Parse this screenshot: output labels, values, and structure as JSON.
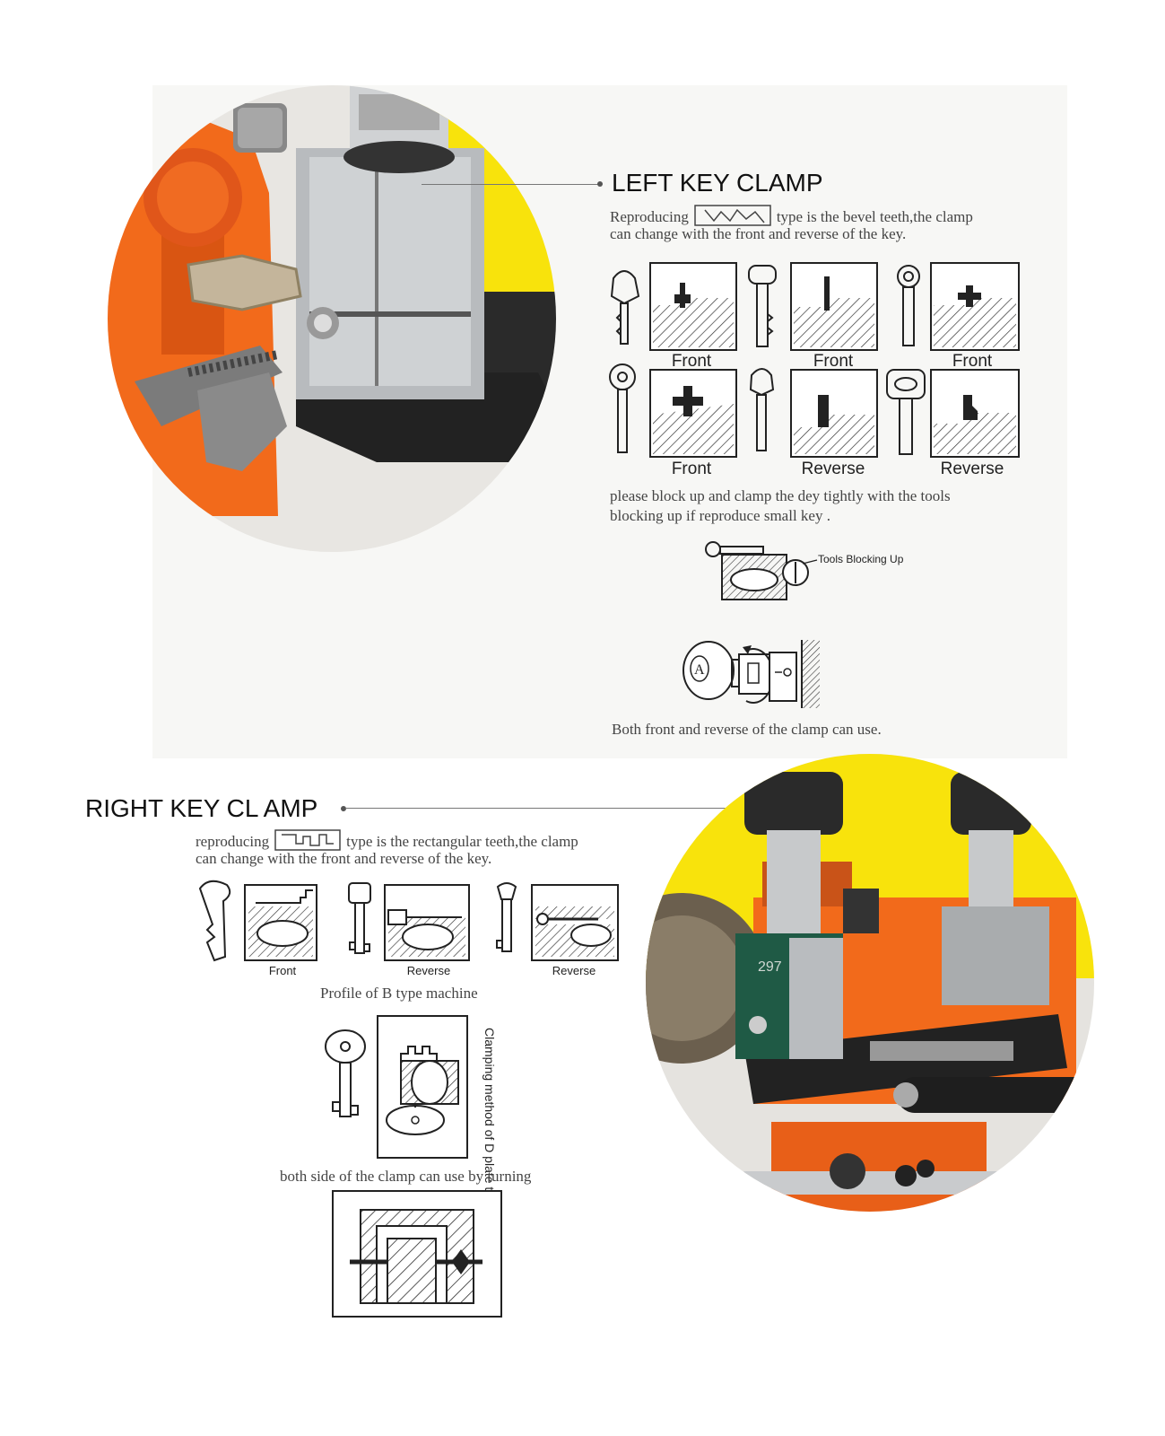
{
  "left_clamp": {
    "heading": "LEFT KEY CLAMP",
    "intro_before_icon": "Reproducing",
    "intro_after_icon": "type is the bevel teeth,the clamp",
    "intro_line2": "can change with the front and reverse of the key.",
    "teeth_icon": "bevel-teeth-icon",
    "labels_row1": [
      "Front",
      "Front",
      "Front"
    ],
    "labels_row2": [
      "Front",
      "Reverse",
      "Reverse"
    ],
    "block_note_line1": "please block up and clamp the dey tightly with the tools",
    "block_note_line2": "blocking up if reproduce small key .",
    "tools_label": "Tools Blocking Up",
    "clamp_letter": "A",
    "both_note": "Both front and reverse of the clamp can use."
  },
  "right_clamp": {
    "heading": "RIGHT KEY CL AMP",
    "intro_before_icon": "reproducing",
    "intro_after_icon": "type is the rectangular teeth,the clamp",
    "intro_line2": "can change with the front and reverse of the key.",
    "teeth_icon": "rectangular-teeth-icon",
    "labels": [
      "Front",
      "Reverse",
      "Reverse"
    ],
    "profile_note": "Profile of B type machine",
    "d_plate_label": "Clamping method of D plate type",
    "turning_note": "both side of the clamp can use by turning",
    "clamp_code": "297"
  },
  "colors": {
    "machine_orange": "#f26a1b",
    "background_yellow": "#f8e30c",
    "clamp_green": "#1f5a45",
    "steel": "#b9bcbf"
  }
}
